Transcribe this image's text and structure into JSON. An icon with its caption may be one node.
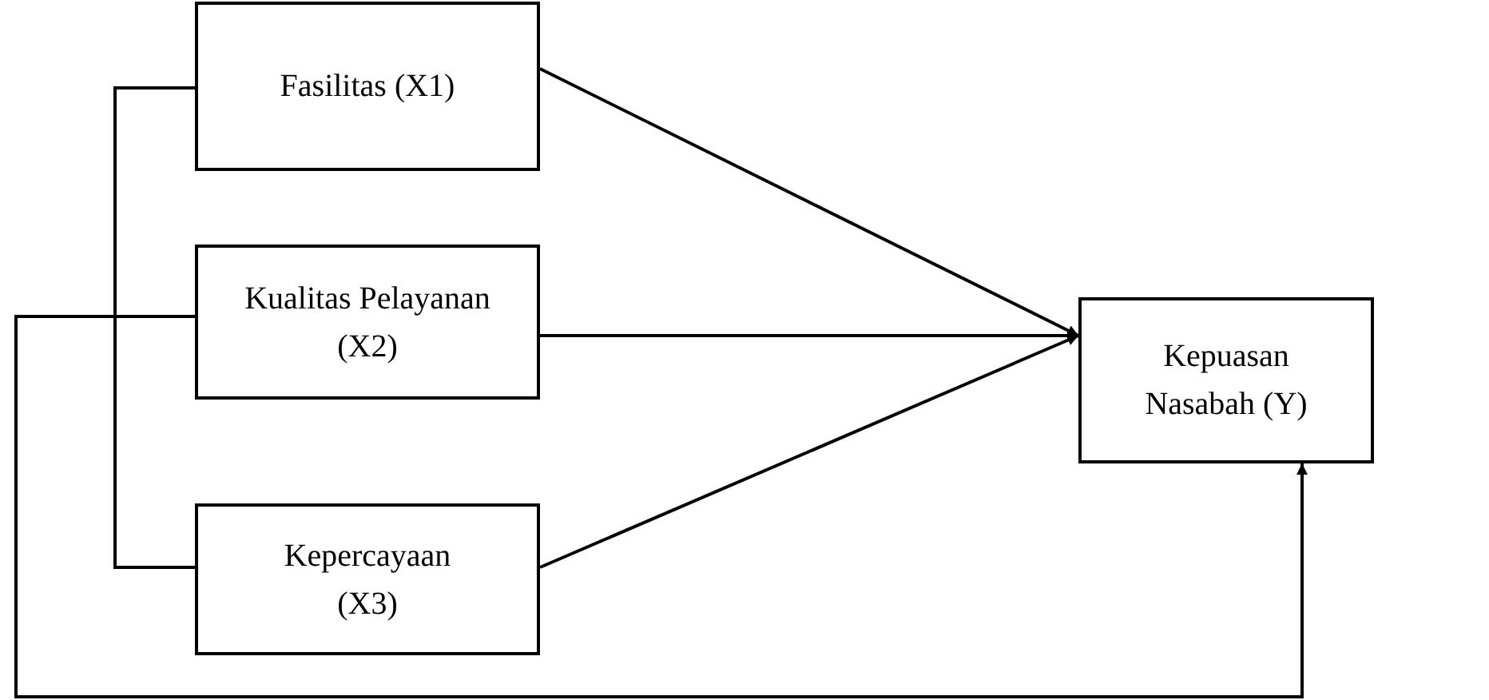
{
  "diagram": {
    "nodes": [
      {
        "text": [
          "Fasilitas (X1)"
        ]
      },
      {
        "text": [
          "Kualitas Pelayanan (X2)"
        ]
      },
      {
        "text": [
          "Kepercayaan (X3)"
        ]
      },
      {
        "text": [
          "Kepuasan Nasabah (Y)"
        ]
      }
    ],
    "edges": [
      {
        "from": 0,
        "to": 3,
        "arrow": "to"
      },
      {
        "from": 1,
        "to": 3,
        "arrow": "to"
      },
      {
        "from": 2,
        "to": 3,
        "arrow": "to"
      },
      {
        "from": 0,
        "to": 2,
        "arrow": "none"
      },
      {
        "from": 1,
        "to": 3,
        "arrow": "to"
      }
    ]
  }
}
